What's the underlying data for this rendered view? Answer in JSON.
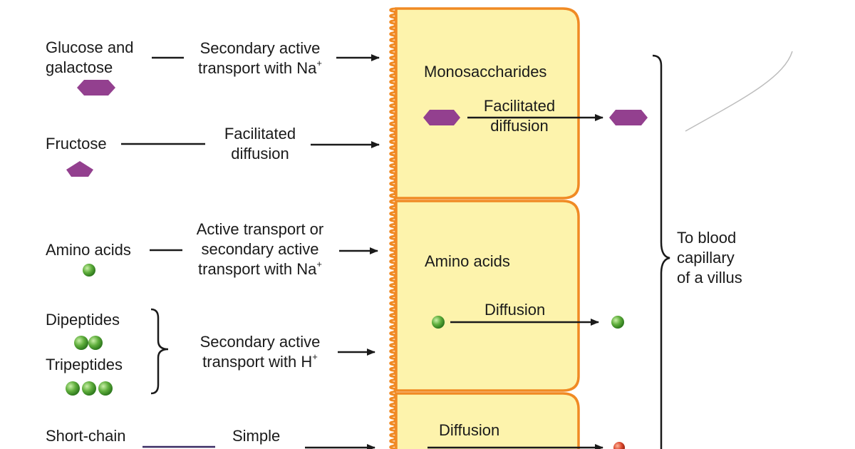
{
  "diagram": {
    "left_column": {
      "glucose": {
        "line1": "Glucose and",
        "line2": "galactose"
      },
      "glucose_transport": {
        "line1": "Secondary active",
        "line2": "transport with Na",
        "sup": "+"
      },
      "fructose": "Fructose",
      "fructose_transport": {
        "line1": "Facilitated",
        "line2": "diffusion"
      },
      "amino_acids": "Amino acids",
      "amino_transport": {
        "line1": "Active transport or",
        "line2": "secondary active",
        "line3": "transport with Na",
        "sup": "+"
      },
      "dipeptides": "Dipeptides",
      "tripeptides": "Tripeptides",
      "peptide_transport": {
        "line1": "Secondary active",
        "line2": "transport with H",
        "sup": "+"
      },
      "short_chain": "Short-chain",
      "simple": "Simple"
    },
    "cell": {
      "monosaccharides": "Monosaccharides",
      "mono_transport": {
        "line1": "Facilitated",
        "line2": "diffusion"
      },
      "amino_acids": "Amino acids",
      "amino_diffusion": "Diffusion",
      "bottom_diffusion": "Diffusion"
    },
    "right": {
      "blood": {
        "line1": "To blood",
        "line2": "capillary",
        "line3": "of a villus"
      }
    },
    "colors": {
      "cell_fill": "#fdf3ac",
      "cell_border": "#f08a24",
      "sugar": "#93408f",
      "amino": "#5fae3c",
      "lipid": "#d8452a"
    },
    "icons": [
      "hexagon-molecule-icon",
      "pentagon-molecule-icon",
      "sphere-molecule-icon",
      "arrow-icon",
      "brace-icon"
    ]
  }
}
